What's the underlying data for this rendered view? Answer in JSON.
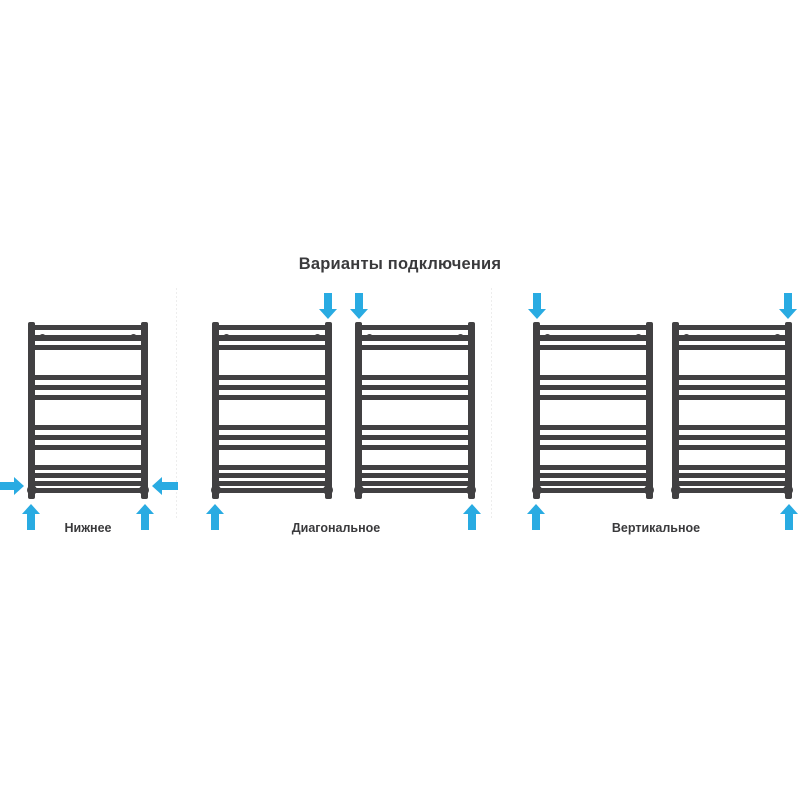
{
  "diagram": {
    "title": "Варианты подключения",
    "accent_color": "#29ABE2",
    "line_color": "#414042",
    "background_color": "#FFFFFF",
    "divider_color": "#EDEDED"
  },
  "groups": [
    {
      "id": "bottom",
      "label": "Нижнее",
      "panels": [
        {
          "id": "bottom-panel-1",
          "arrows": [
            {
              "name": "inlet-arrow-left",
              "direction": "right",
              "position": "bottom-left-side"
            },
            {
              "name": "inlet-arrow-right",
              "direction": "left",
              "position": "bottom-right-side"
            },
            {
              "name": "feed-arrow-left",
              "direction": "up",
              "position": "below-bottom-left"
            },
            {
              "name": "feed-arrow-right",
              "direction": "up",
              "position": "below-bottom-right"
            }
          ]
        }
      ]
    },
    {
      "id": "diagonal",
      "label": "Диагональное",
      "panels": [
        {
          "id": "diagonal-panel-1",
          "arrows": [
            {
              "name": "inlet-arrow-top-right",
              "direction": "down",
              "position": "above-top-right"
            },
            {
              "name": "feed-arrow-bottom-left",
              "direction": "up",
              "position": "below-bottom-left"
            }
          ]
        },
        {
          "id": "diagonal-panel-2",
          "arrows": [
            {
              "name": "inlet-arrow-top-left",
              "direction": "down",
              "position": "above-top-left"
            },
            {
              "name": "feed-arrow-bottom-right",
              "direction": "up",
              "position": "below-bottom-right"
            }
          ]
        }
      ]
    },
    {
      "id": "vertical",
      "label": "Вертикальное",
      "panels": [
        {
          "id": "vertical-panel-1",
          "arrows": [
            {
              "name": "inlet-arrow-top-left",
              "direction": "down",
              "position": "above-top-left"
            },
            {
              "name": "feed-arrow-bottom-left",
              "direction": "up",
              "position": "below-bottom-left"
            }
          ]
        },
        {
          "id": "vertical-panel-2",
          "arrows": [
            {
              "name": "inlet-arrow-top-right",
              "direction": "down",
              "position": "above-top-right"
            },
            {
              "name": "feed-arrow-bottom-right",
              "direction": "up",
              "position": "below-bottom-right"
            }
          ]
        }
      ]
    }
  ],
  "radiator": {
    "rung_count": 16,
    "rung_group_size": 3,
    "mount_dot_count": 2,
    "description": "Ladder-style heated towel rail: two vertical side rails joined by horizontal rungs arranged in groups of three."
  }
}
